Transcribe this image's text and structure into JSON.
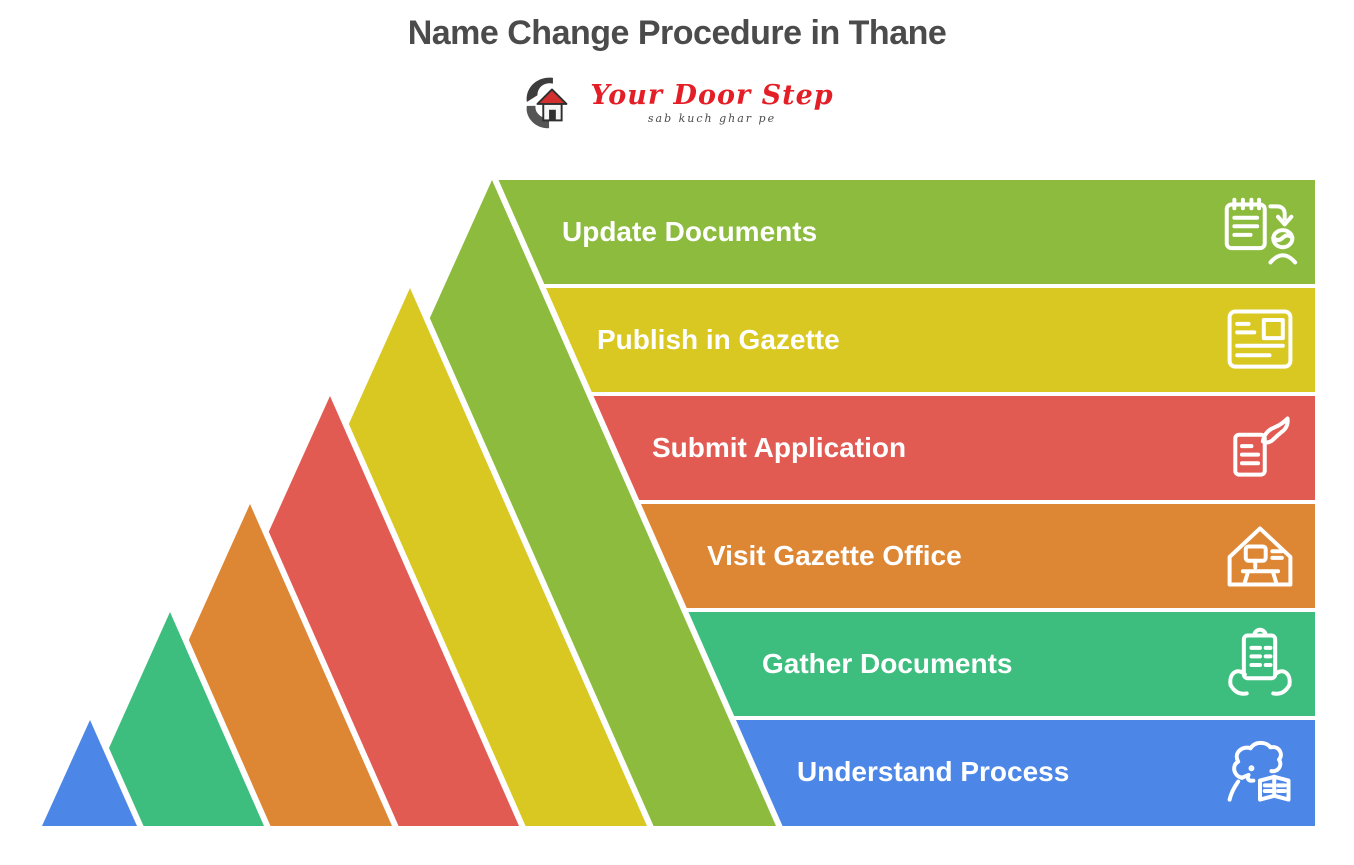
{
  "title": "Name Change Procedure in Thane",
  "logo": {
    "name": "Your Door Step",
    "tagline": "sab kuch ghar pe",
    "name_color": "#e41e26",
    "mark": "house-logo-icon"
  },
  "steps": [
    {
      "label": "Update Documents",
      "color": "#8CBB3E",
      "icon": "clipboard-update-icon"
    },
    {
      "label": "Publish in Gazette",
      "color": "#D9C822",
      "icon": "newspaper-icon"
    },
    {
      "label": "Submit Application",
      "color": "#E15B53",
      "icon": "submit-document-icon"
    },
    {
      "label": "Visit Gazette Office",
      "color": "#DD8634",
      "icon": "office-building-icon"
    },
    {
      "label": "Gather Documents",
      "color": "#3DBE7E",
      "icon": "hands-clipboard-icon"
    },
    {
      "label": "Understand Process",
      "color": "#4C86E7",
      "icon": "person-reading-icon"
    }
  ],
  "background_color": "#ffffff",
  "text_color": "#ffffff",
  "title_color": "#4b4b4b"
}
